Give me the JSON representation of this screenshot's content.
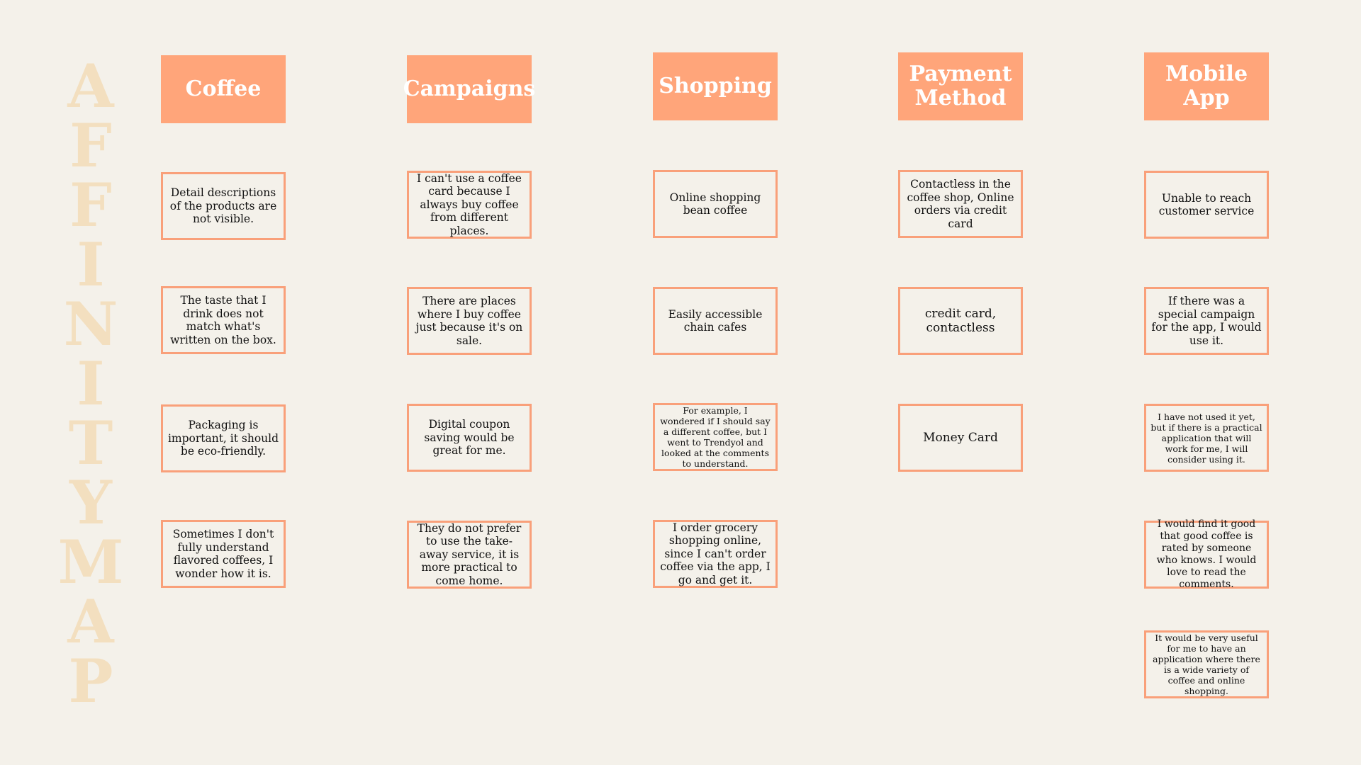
{
  "title_letters": [
    "A",
    "F",
    "F",
    "I",
    "N",
    "I",
    "T",
    "Y",
    "M",
    "A",
    "P"
  ],
  "colors": {
    "background": "#f4f1ea",
    "header_fill": "#ffa57a",
    "card_border": "#f9a07a",
    "title": "#f3dfbf"
  },
  "columns": [
    {
      "header": "Coffee",
      "cards": [
        "Detail descriptions of the products are not visible.",
        "The taste that I drink does not match what's written on the box.",
        "Packaging is important, it should be eco-friendly.",
        "Sometimes I don't fully understand flavored coffees, I wonder how it is."
      ]
    },
    {
      "header": "Campaigns",
      "cards": [
        "I can't use a coffee card because I always buy coffee from different places.",
        "There are places where I buy coffee just because it's on sale.",
        "Digital coupon saving would be great for me.",
        "They do not prefer to use the take-away service, it is more practical to come home."
      ]
    },
    {
      "header": "Shopping",
      "cards": [
        "Online shopping bean coffee",
        "Easily accessible chain cafes",
        "For example, I wondered if I should say a different coffee, but I went to Trendyol and looked at the comments to understand.",
        "I order grocery shopping online, since I can't order coffee via the app, I go and get it."
      ]
    },
    {
      "header": "Payment Method",
      "cards": [
        "Contactless in the coffee shop, Online orders via credit card",
        "credit card, contactless",
        "Money Card"
      ]
    },
    {
      "header": "Mobile App",
      "cards": [
        "Unable to reach customer service",
        "If there was a special campaign for the app, I would use it.",
        "I have not used it yet, but if there is a practical application that will work for me, I will consider using it.",
        "I would find it good that good coffee is rated by someone who knows. I would love to read the comments.",
        "It would be very useful for me to have an application where there is a wide variety of coffee and online shopping."
      ]
    }
  ]
}
